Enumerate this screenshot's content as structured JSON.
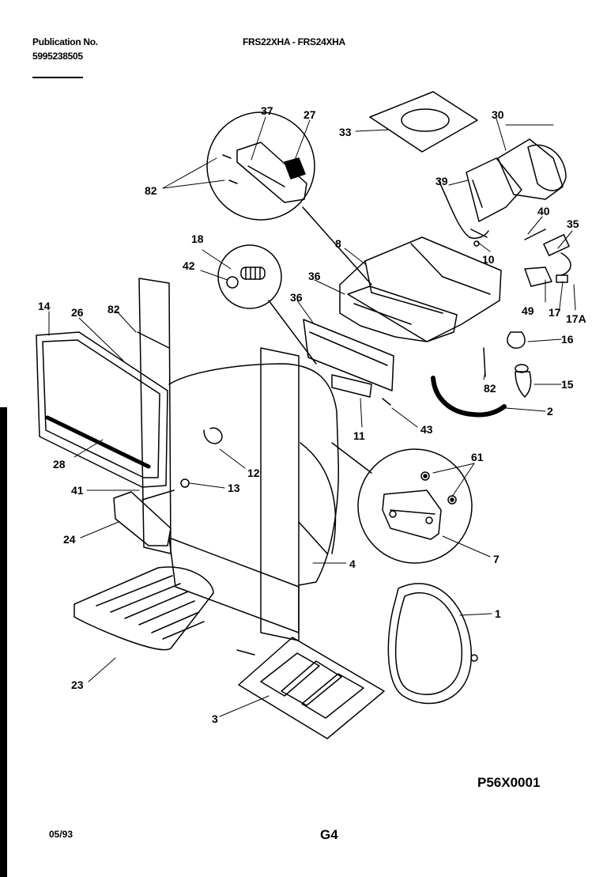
{
  "header": {
    "publication_label": "Publication No.",
    "publication_number": "5995238505",
    "model_numbers": "FRS22XHA - FRS24XHA"
  },
  "footer": {
    "date": "05/93",
    "page_code": "G4",
    "diagram_code": "P56X0001"
  },
  "part_labels": {
    "p1": "1",
    "p2": "2",
    "p3": "3",
    "p4": "4",
    "p7": "7",
    "p8": "8",
    "p10": "10",
    "p11": "11",
    "p12": "12",
    "p13": "13",
    "p14": "14",
    "p15": "15",
    "p16": "16",
    "p17": "17",
    "p17a": "17A",
    "p18": "18",
    "p23": "23",
    "p24": "24",
    "p26": "26",
    "p27": "27",
    "p28": "28",
    "p30": "30",
    "p33": "33",
    "p35": "35",
    "p36a": "36",
    "p36b": "36",
    "p37": "37",
    "p39": "39",
    "p40": "40",
    "p41": "41",
    "p42": "42",
    "p43": "43",
    "p49": "49",
    "p61": "61",
    "p82a": "82",
    "p82b": "82",
    "p82c": "82"
  }
}
